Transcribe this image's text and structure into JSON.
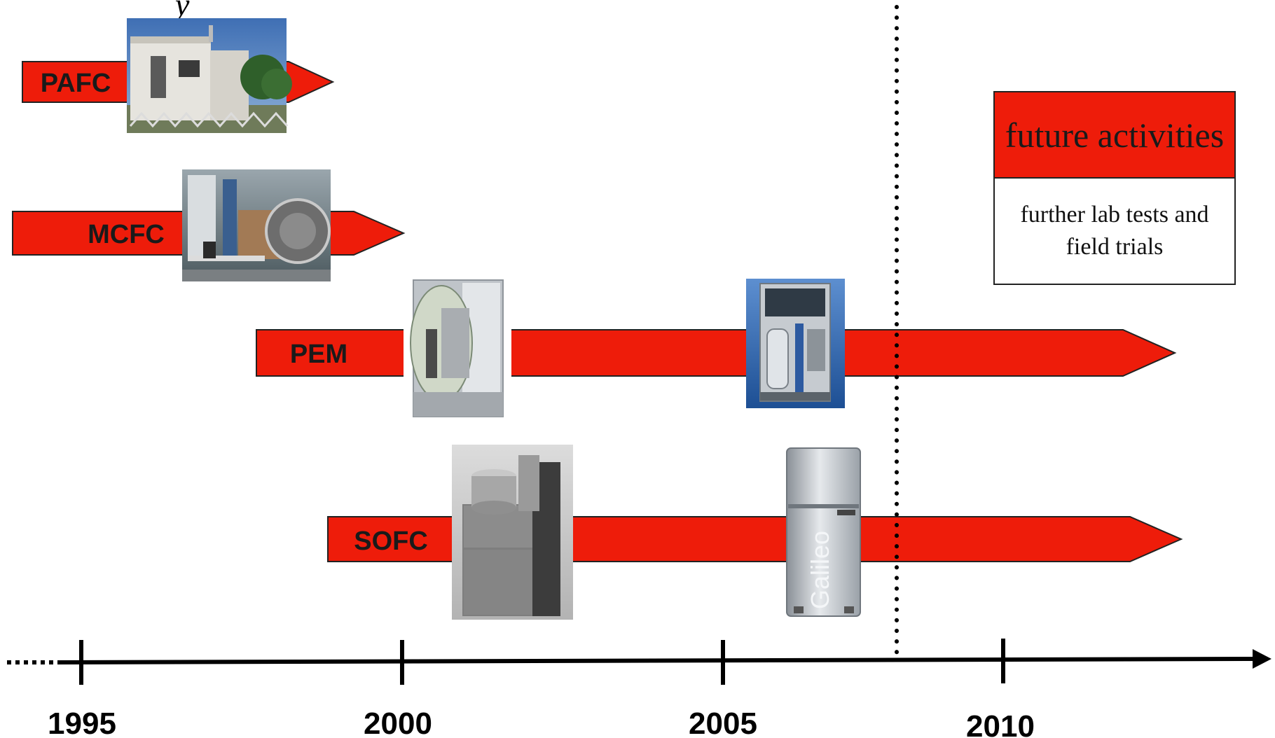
{
  "title_fragment": "y",
  "colors": {
    "arrow_fill": "#ee1c0a",
    "arrow_stroke": "#222222",
    "axis": "#000000"
  },
  "technologies": [
    {
      "name": "PAFC",
      "image": "pafc-plant-photo"
    },
    {
      "name": "MCFC",
      "image": "mcfc-hall-photo"
    },
    {
      "name": "PEM",
      "images": [
        "pem-cutaway-unit-photo",
        "pem-system-photo"
      ]
    },
    {
      "name": "SOFC",
      "images": [
        "sofc-cabinet-photo",
        "galileo-unit-photo"
      ]
    }
  ],
  "galileo_text": "Galileo",
  "axis": {
    "years": [
      "1995",
      "2000",
      "2005",
      "2010"
    ]
  },
  "future": {
    "title": "future activities",
    "description": "further lab tests and field trials"
  }
}
